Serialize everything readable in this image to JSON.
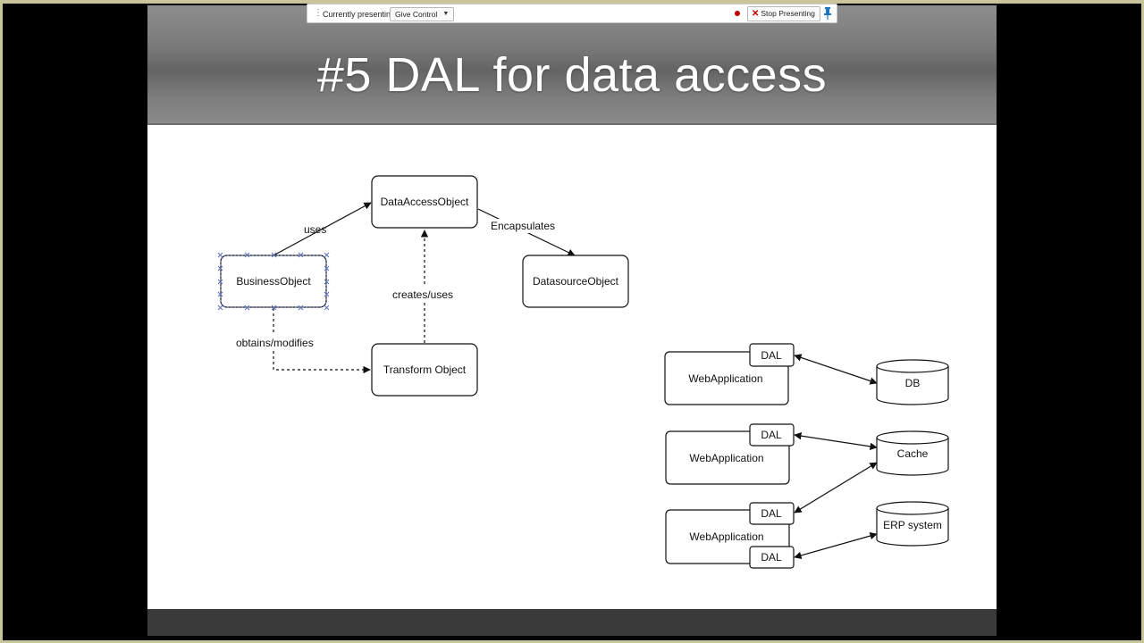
{
  "presenter_bar": {
    "status_label": "Currently presenting",
    "give_control_label": "Give Control",
    "stop_label": "Stop Presenting"
  },
  "slide": {
    "title": "#5 DAL for data access"
  },
  "uml": {
    "data_access_object": "DataAccessObject",
    "business_object": "BusinessObject",
    "datasource_object": "DatasourceObject",
    "transform_object": "Transform Object",
    "uses_label": "uses",
    "encapsulates_label": "Encapsulates",
    "creates_uses_label": "creates/uses",
    "obtains_modifies_label": "obtains/modifies"
  },
  "architecture": {
    "web_app_1": "WebApplication",
    "web_app_2": "WebApplication",
    "web_app_3": "WebApplication",
    "dal_1": "DAL",
    "dal_2": "DAL",
    "dal_3": "DAL",
    "dal_4": "DAL",
    "db": "DB",
    "cache": "Cache",
    "erp": "ERP system"
  },
  "colors": {
    "selection_handle": "#5b6fb5",
    "stop_icon": "#c00000",
    "record_dot": "#c00000",
    "pin_icon": "#1a78c2"
  }
}
